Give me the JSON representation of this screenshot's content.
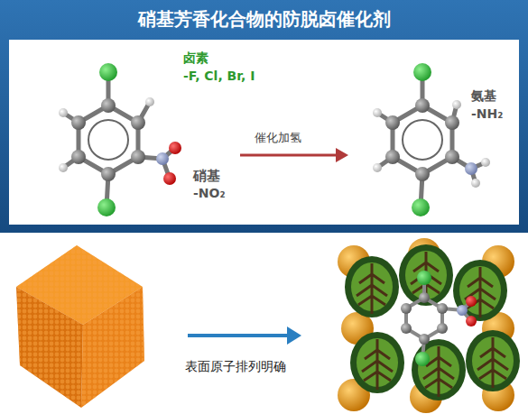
{
  "diagram": {
    "title": "硝基芳香化合物的防脱卤催化剂",
    "labels": [
      "卤素",
      "-F, Cl, Br, I",
      "硝基",
      "-NO₂",
      "催化加氢",
      "氨基",
      "-NH₂",
      "表面原子排列明确"
    ]
  }
}
